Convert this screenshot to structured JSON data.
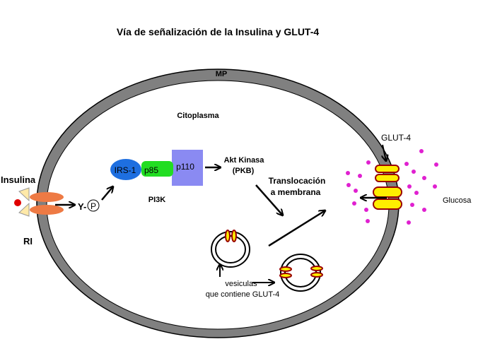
{
  "title": "Vía de señalización de la Insulina y GLUT-4",
  "labels": {
    "membrane": "MP",
    "cytoplasm": "Citoplasma",
    "insulin": "Insulina",
    "receptor": "RI",
    "phospho": "Y-",
    "phospho_circle": "P",
    "irs1": "IRS-1",
    "p85": "p85",
    "p110": "p110",
    "pi3k": "PI3K",
    "akt_line1": "Akt Kinasa",
    "akt_line2": "(PKB)",
    "translocation_line1": "Translocación",
    "translocation_line2": "a membrana",
    "glut4": "GLUT-4",
    "glucose": "Glucosa",
    "vesicles_line1": "vesiculas",
    "vesicles_line2": "que contiene GLUT-4"
  },
  "colors": {
    "membrane_fill": "#808080",
    "cytoplasm_fill": "#ffffff",
    "irs1": "#1e6fe0",
    "p85": "#22dd22",
    "p110": "#8a8af2",
    "receptor": "#ee7a44",
    "insulin_dot": "#e00000",
    "receptor_wedge": "#ffe9a8",
    "transporter": "#ffee00",
    "transporter_border": "#990000",
    "glucose": "#e020d0"
  }
}
